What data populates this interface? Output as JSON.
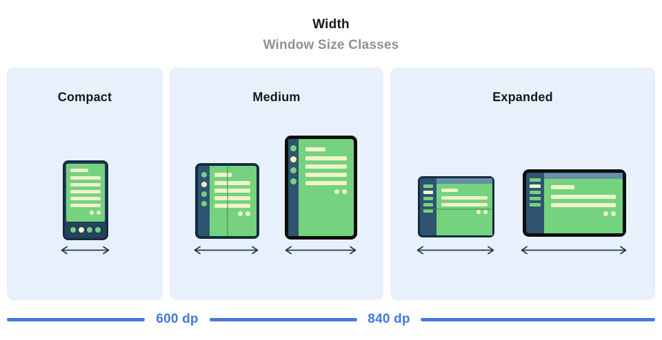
{
  "header": {
    "title": "Width",
    "subtitle": "Window Size Classes"
  },
  "panels": [
    {
      "id": "compact",
      "label": "Compact"
    },
    {
      "id": "medium",
      "label": "Medium"
    },
    {
      "id": "expanded",
      "label": "Expanded"
    }
  ],
  "ruler": {
    "breakpoints": [
      {
        "label": "600 dp"
      },
      {
        "label": "840 dp"
      }
    ]
  },
  "devices": {
    "phone": {
      "type": "phone-portrait",
      "content_lines": 5,
      "nav_dots": [
        "green",
        "cream",
        "green",
        "green"
      ]
    },
    "foldable_portrait": {
      "type": "foldable-portrait",
      "content_lines": 4,
      "rail_dots": [
        "green",
        "cream",
        "green",
        "green"
      ]
    },
    "tablet_portrait": {
      "type": "tablet-portrait",
      "content_lines": 4,
      "rail_dots": [
        "green",
        "cream",
        "green",
        "green"
      ]
    },
    "foldable_landscape": {
      "type": "foldable-landscape",
      "content_lines": 2,
      "sidebar_bars": [
        "green",
        "cream",
        "green",
        "green",
        "green"
      ]
    },
    "tablet_landscape": {
      "type": "tablet-landscape",
      "content_lines": 2,
      "sidebar_bars": [
        "green",
        "cream",
        "green",
        "green",
        "green"
      ]
    }
  },
  "colors": {
    "panel_bg": "#e8f1fb",
    "title_black": "#17181c",
    "subtitle_gray": "#8c9297",
    "screen_green": "#75d37f",
    "content_cream": "#f0f3cb",
    "frame_navy": "#24425c",
    "frame_outline": "#142c40",
    "rail_navy": "#2e5470",
    "frame_black": "#0d0d0d",
    "header_steel": "#6590a6",
    "fold_line": "#44865083",
    "arrow_navy": "#1e3a54",
    "accent_blue": "#4678de"
  }
}
